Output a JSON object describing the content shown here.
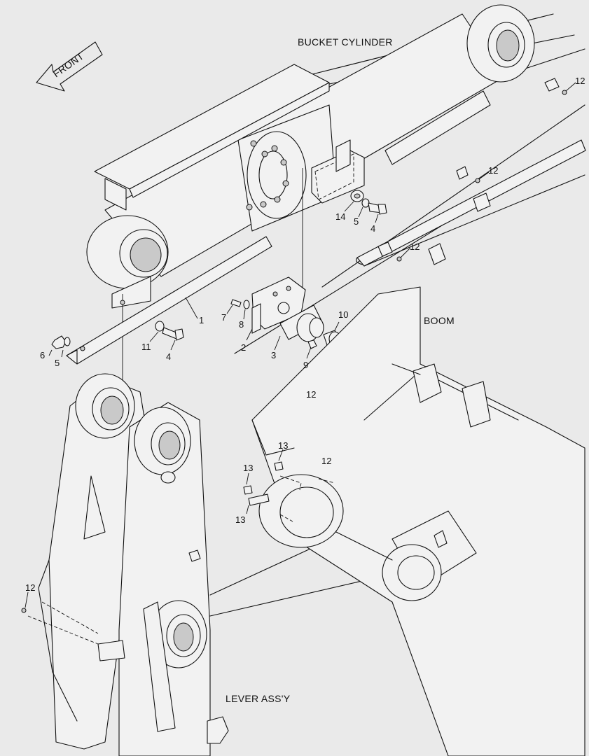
{
  "assembly_labels": {
    "bucket_cylinder": "BUCKET CYLINDER",
    "boom": "BOOM",
    "lever": "LEVER ASS'Y"
  },
  "front_arrow": {
    "label": "FRONT"
  },
  "callouts": [
    {
      "id": "c1",
      "text": "1"
    },
    {
      "id": "c2",
      "text": "2"
    },
    {
      "id": "c3",
      "text": "3"
    },
    {
      "id": "c4a",
      "text": "4"
    },
    {
      "id": "c4b",
      "text": "4"
    },
    {
      "id": "c5a",
      "text": "5"
    },
    {
      "id": "c5b",
      "text": "5"
    },
    {
      "id": "c6",
      "text": "6"
    },
    {
      "id": "c7",
      "text": "7"
    },
    {
      "id": "c8",
      "text": "8"
    },
    {
      "id": "c9",
      "text": "9"
    },
    {
      "id": "c10",
      "text": "10"
    },
    {
      "id": "c11",
      "text": "11"
    },
    {
      "id": "c12a",
      "text": "12"
    },
    {
      "id": "c12b",
      "text": "12"
    },
    {
      "id": "c12c",
      "text": "12"
    },
    {
      "id": "c12d",
      "text": "12"
    },
    {
      "id": "c12e",
      "text": "12"
    },
    {
      "id": "c12f",
      "text": "12"
    },
    {
      "id": "c13a",
      "text": "13"
    },
    {
      "id": "c13b",
      "text": "13"
    },
    {
      "id": "c13c",
      "text": "13"
    },
    {
      "id": "c14",
      "text": "14"
    }
  ]
}
